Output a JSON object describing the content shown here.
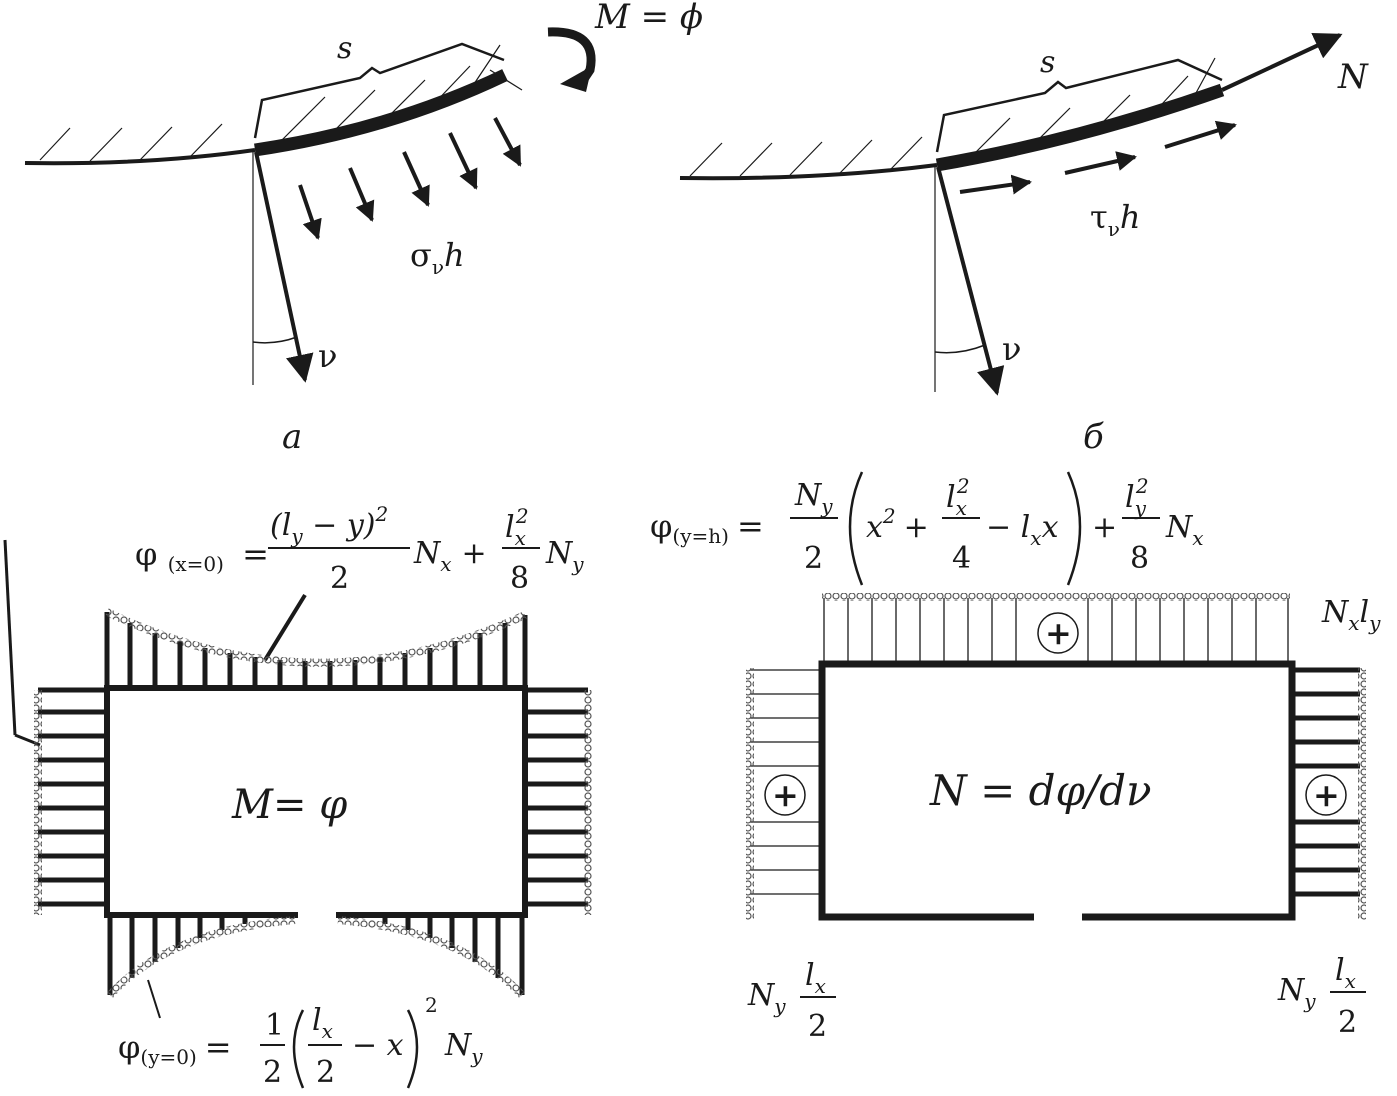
{
  "panel_a": {
    "label": "а",
    "arc_label": "s",
    "moment_label": "M = ϕ",
    "stress_label": "σ",
    "stress_sub": "ν",
    "stress_tail": "h",
    "normal_label": "ν"
  },
  "panel_b": {
    "label": "б",
    "arc_label": "s",
    "force_label": "N",
    "shear_label": "τ",
    "shear_sub": "ν",
    "shear_tail": "h",
    "normal_label": "ν"
  },
  "panel_c": {
    "center": "M= φ",
    "top_formula_left": "φ",
    "top_formula_sub": "(x=0)",
    "top_formula_eq": "=",
    "top_formula_num": "(l",
    "top_formula_num_sub": "y",
    "top_formula_num_rest": " − y)",
    "top_formula_num_pow": "2",
    "top_formula_den": "2",
    "top_formula_mid": "N",
    "top_formula_mid_sub": "x",
    "top_formula_plus": "+",
    "top_formula_frac2_num": "l",
    "top_formula_frac2_num_sub": "x",
    "top_formula_frac2_num_pow": "2",
    "top_formula_frac2_den": "8",
    "top_formula_end": "N",
    "top_formula_end_sub": "y",
    "bottom_formula_left": "φ",
    "bottom_formula_sub": "(y=0)",
    "bottom_formula_eq": "=",
    "bottom_formula_frac1_num": "1",
    "bottom_formula_frac1_den": "2",
    "bottom_formula_inner_num": "l",
    "bottom_formula_inner_num_sub": "x",
    "bottom_formula_inner_den": "2",
    "bottom_formula_inner_rest": "− x",
    "bottom_formula_pow": "2",
    "bottom_formula_end": "N",
    "bottom_formula_end_sub": "y"
  },
  "panel_d": {
    "center": "N = dφ/dν",
    "plus": "+",
    "top_formula_left": "φ",
    "top_formula_sub": "(y=h)",
    "top_formula_eq": "=",
    "top_formula_frac_num": "N",
    "top_formula_frac_num_sub": "y",
    "top_formula_frac_den": "2",
    "top_formula_paren_a": "x",
    "top_formula_paren_a_pow": "2",
    "top_formula_paren_plus": "+",
    "top_formula_paren_frac_num": "l",
    "top_formula_paren_frac_num_sub": "x",
    "top_formula_paren_frac_num_pow": "2",
    "top_formula_paren_frac_den": "4",
    "top_formula_paren_minus": "− l",
    "top_formula_paren_minus_sub": "x",
    "top_formula_paren_minus_rest": "x",
    "top_formula_plus": "+",
    "top_formula_frac2_num": "l",
    "top_formula_frac2_num_sub": "y",
    "top_formula_frac2_num_pow": "2",
    "top_formula_frac2_den": "8",
    "top_formula_end": "N",
    "top_formula_end_sub": "x",
    "right_top_label": "N",
    "right_top_label_sub": "x",
    "right_top_label_rest": "l",
    "right_top_label_rest_sub": "y",
    "bl_label": "N",
    "bl_label_sub": "y",
    "bl_frac_num": "l",
    "bl_frac_num_sub": "x",
    "bl_frac_den": "2",
    "br_label": "N",
    "br_label_sub": "y",
    "br_frac_num": "l",
    "br_frac_num_sub": "x",
    "br_frac_den": "2"
  }
}
